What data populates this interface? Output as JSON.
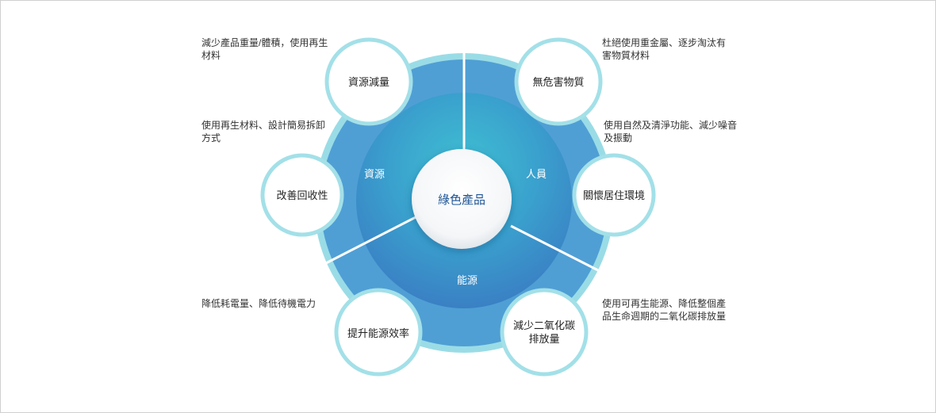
{
  "center": {
    "label": "綠色產品"
  },
  "sectors": {
    "resources": "資源",
    "people": "人員",
    "energy": "能源"
  },
  "nodes": {
    "reduce_resources": "資源減量",
    "no_hazardous": "無危害物質",
    "recyclability": "改善回收性",
    "living_environment": "關懷居住環境",
    "energy_efficiency": "提升能源效率",
    "reduce_co2_line1": "減少二氧化碳",
    "reduce_co2_line2": "排放量"
  },
  "descriptions": {
    "reduce_resources": "減少產品重量/體積，使用再生材料",
    "no_hazardous": "杜絕使用重金屬、逐步淘汰有害物質材料",
    "recyclability": "使用再生材料、設計簡易拆卸方式",
    "living_environment": "使用自然及清淨功能、減少噪音及振動",
    "energy_efficiency": "降低耗電量、降低待機電力",
    "reduce_co2": "使用可再生能源、降低整個產品生命週期的二氧化碳排放量"
  },
  "colors": {
    "outer_ring": "#9adce6",
    "outer_blue": "#4f9fd5",
    "inner_blue": "#3a87c7",
    "inner_teal": "#3bb3d0",
    "node_border": "#a3e0e8",
    "center_text": "#1d5596"
  }
}
